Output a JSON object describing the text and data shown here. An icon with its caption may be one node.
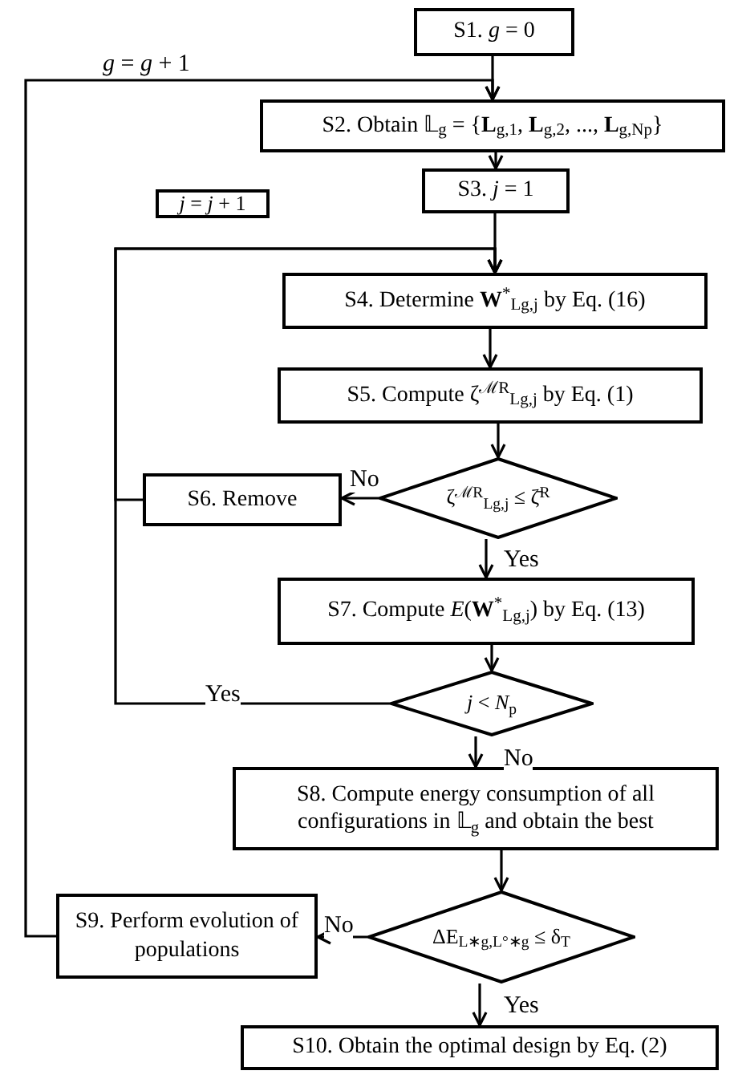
{
  "diagram": {
    "nodes": [
      {
        "text": [
          "S1. *g* = 0"
        ]
      },
      {
        "text": [
          "S2. Obtain 𝕃$_{g}$ = {**L**$_{g,1}$, **L**$_{g,2}$, ..., **L**$_{g,Np}$}"
        ]
      },
      {
        "text": [
          "S3. *j* = 1"
        ]
      },
      {
        "text": [
          "*j* = *j* + 1"
        ]
      },
      {
        "text": [
          "S4. Determine **W**$^{*}$$_{Lg,j}$ by Eq. (16)"
        ]
      },
      {
        "text": [
          "S5. Compute ζ$^{ℳR}$$_{Lg,j}$ by Eq. (1)"
        ]
      },
      {
        "text": [
          "ζ$^{ℳR}$$_{Lg,j}$ ≤ ζ̄$^{R}$"
        ]
      },
      {
        "text": [
          "S6. Remove"
        ]
      },
      {
        "text": [
          "S7. Compute *E*(**W**$^{*}$$_{Lg,j}$) by Eq. (13)"
        ]
      },
      {
        "text": [
          "*j* < *N*$_{p}$"
        ]
      },
      {
        "text": [
          "S8. Compute energy consumption of all configurations in 𝕃$_{g}$ and obtain the best"
        ]
      },
      {
        "text": [
          "S9. Perform evolution of populations"
        ]
      },
      {
        "text": [
          "ΔE$_{L∗g,L°∗g}$ ≤ δ$_{T}$"
        ]
      },
      {
        "text": [
          "S10. Obtain the optimal design by Eq. (2)"
        ]
      }
    ],
    "edges": [
      {
        "from": 0,
        "to": 1,
        "arrow": "to"
      },
      {
        "from": 1,
        "to": 2,
        "arrow": "to"
      },
      {
        "from": 2,
        "to": 4,
        "arrow": "to"
      },
      {
        "from": 4,
        "to": 5,
        "arrow": "to"
      },
      {
        "from": 5,
        "to": 6,
        "arrow": "to"
      },
      {
        "from": 6,
        "to": 7,
        "arrow": "to",
        "label": "No"
      },
      {
        "from": 6,
        "to": 8,
        "arrow": "to",
        "label": "Yes"
      },
      {
        "from": 7,
        "to": 4,
        "arrow": "to"
      },
      {
        "from": 8,
        "to": 9,
        "arrow": "to"
      },
      {
        "from": 9,
        "to": 4,
        "arrow": "to",
        "label": "Yes"
      },
      {
        "from": 9,
        "to": 10,
        "arrow": "to",
        "label": "No"
      },
      {
        "from": 10,
        "to": 12,
        "arrow": "to"
      },
      {
        "from": 12,
        "to": 11,
        "arrow": "to",
        "label": "No"
      },
      {
        "from": 12,
        "to": 13,
        "arrow": "to",
        "label": "Yes"
      },
      {
        "from": 11,
        "to": 1,
        "arrow": "to",
        "label": "*g* = *g* + 1"
      }
    ]
  }
}
